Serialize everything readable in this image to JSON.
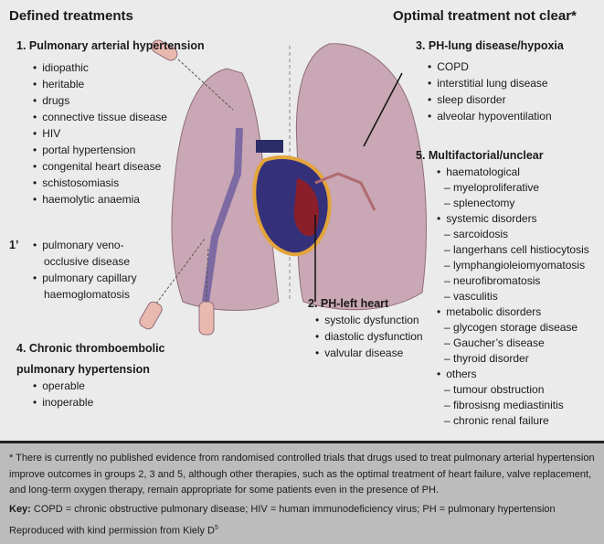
{
  "left_title": "Defined treatments",
  "right_title": "Optimal treatment not clear*",
  "g1": {
    "title": "1. Pulmonary arterial hypertension",
    "items": [
      "idiopathic",
      "heritable",
      "drugs",
      "connective tissue disease",
      "HIV",
      "portal hypertension",
      "congenital heart disease",
      "schistosomiasis",
      "haemolytic anaemia"
    ]
  },
  "g1p": {
    "label": "1’",
    "items": [
      "pulmonary veno-",
      "occlusive disease",
      "pulmonary capillary",
      "haemoglomatosis"
    ]
  },
  "g4": {
    "title1": "4. Chronic thromboembolic",
    "title2": "pulmonary hypertension",
    "items": [
      "operable",
      "inoperable"
    ]
  },
  "g2": {
    "title": "2. PH-left heart",
    "items": [
      "systolic dysfunction",
      "diastolic dysfunction",
      "valvular disease"
    ]
  },
  "g3": {
    "title": "3. PH-lung disease/hypoxia",
    "items": [
      "COPD",
      "interstitial lung disease",
      "sleep disorder",
      "alveolar hypoventilation"
    ]
  },
  "g5": {
    "title": "5. Multifactorial/unclear",
    "items": [
      "haematological",
      "myeloproliferative",
      "splenectomy",
      "systemic disorders",
      "sarcoidosis",
      "langerhans cell histiocytosis",
      "lymphangioleiomyomatosis",
      "neurofibromatosis",
      "vasculitis",
      "metabolic disorders",
      "glycogen storage disease",
      "Gaucher’s disease",
      "thyroid disorder",
      "others",
      "tumour obstruction",
      "fibrosisng mediastinitis",
      "chronic renal failure"
    ]
  },
  "footer": {
    "note": "* There is currently no published evidence from randomised controlled trials that drugs used to treat pulmonary arterial hypertension improve outcomes in groups 2, 3 and 5, although other therapies, such as the optimal treatment of heart failure, valve replacement, and long-term oxygen therapy, remain appropriate for some patients even in the presence of PH.",
    "key_label": "Key:",
    "key": " COPD = chronic obstructive pulmonary disease; HIV = human immunodeficiency virus; PH = pulmonary hypertension",
    "credit": "Reproduced with kind permission from Kiely D",
    "credit_sup": "5"
  }
}
